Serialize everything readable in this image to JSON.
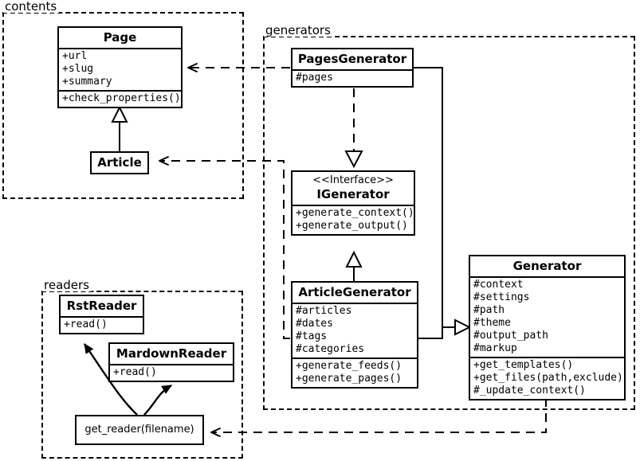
{
  "diagram": {
    "title": "UML class diagram",
    "stroke_color": "#000000",
    "background_color": "#ffffff"
  },
  "packages": [
    {
      "id": "contents",
      "label": "contents"
    },
    {
      "id": "generators",
      "label": "generators"
    },
    {
      "id": "readers",
      "label": "readers"
    }
  ],
  "classes": {
    "page": {
      "name": "Page",
      "attributes": [
        "+url",
        "+slug",
        "+summary"
      ],
      "methods": [
        "+check_properties()"
      ]
    },
    "article": {
      "name": "Article",
      "attributes": [],
      "methods": []
    },
    "pages_generator": {
      "name": "PagesGenerator",
      "attributes": [
        "#pages"
      ],
      "methods": []
    },
    "igenerator": {
      "stereotype": "<<Interface>>",
      "name": "IGenerator",
      "attributes": [],
      "methods": [
        "+generate_context()",
        "+generate_output()"
      ]
    },
    "article_generator": {
      "name": "ArticleGenerator",
      "attributes": [
        "#articles",
        "#dates",
        "#tags",
        "#categories"
      ],
      "methods": [
        "+generate_feeds()",
        "+generate_pages()"
      ]
    },
    "generator": {
      "name": "Generator",
      "attributes": [
        "#context",
        "#settings",
        "#path",
        "#theme",
        "#output_path",
        "#markup"
      ],
      "methods": [
        "+get_templates()",
        "+get_files(path,exclude)",
        "#_update_context()"
      ]
    },
    "rst_reader": {
      "name": "RstReader",
      "attributes": [],
      "methods": [
        "+read()"
      ]
    },
    "mardown_reader": {
      "name": "MardownReader",
      "attributes": [],
      "methods": [
        "+read()"
      ]
    }
  },
  "functions": {
    "get_reader": {
      "label": "get_reader(filename)"
    }
  },
  "relations": [
    {
      "from": "Article",
      "to": "Page",
      "type": "generalization"
    },
    {
      "from": "PagesGenerator",
      "to": "IGenerator",
      "type": "realization"
    },
    {
      "from": "ArticleGenerator",
      "to": "IGenerator",
      "type": "generalization"
    },
    {
      "from": "PagesGenerator",
      "to": "Generator",
      "type": "generalization"
    },
    {
      "from": "ArticleGenerator",
      "to": "Generator",
      "type": "generalization"
    },
    {
      "from": "PagesGenerator",
      "to": "Page",
      "type": "dependency"
    },
    {
      "from": "ArticleGenerator",
      "to": "Article",
      "type": "dependency"
    },
    {
      "from": "Generator",
      "to": "get_reader",
      "type": "dependency"
    },
    {
      "from": "get_reader",
      "to": "RstReader",
      "type": "dependency"
    },
    {
      "from": "get_reader",
      "to": "MardownReader",
      "type": "dependency"
    }
  ]
}
